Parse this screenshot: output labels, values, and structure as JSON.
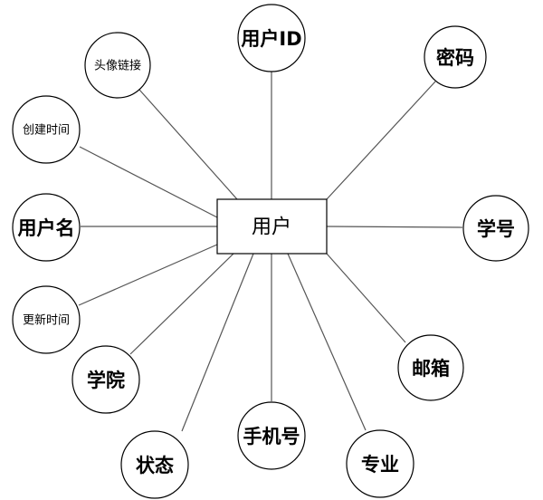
{
  "entity": {
    "label": "用户"
  },
  "attributes": [
    {
      "key": "user_id",
      "label": "用户ID"
    },
    {
      "key": "password",
      "label": "密码"
    },
    {
      "key": "avatar_link",
      "label": "头像链接"
    },
    {
      "key": "create_time",
      "label": "创建时间"
    },
    {
      "key": "username",
      "label": "用户名"
    },
    {
      "key": "student_no",
      "label": "学号"
    },
    {
      "key": "update_time",
      "label": "更新时间"
    },
    {
      "key": "email",
      "label": "邮箱"
    },
    {
      "key": "college",
      "label": "学院"
    },
    {
      "key": "phone",
      "label": "手机号"
    },
    {
      "key": "status",
      "label": "状态"
    },
    {
      "key": "major",
      "label": "专业"
    }
  ]
}
